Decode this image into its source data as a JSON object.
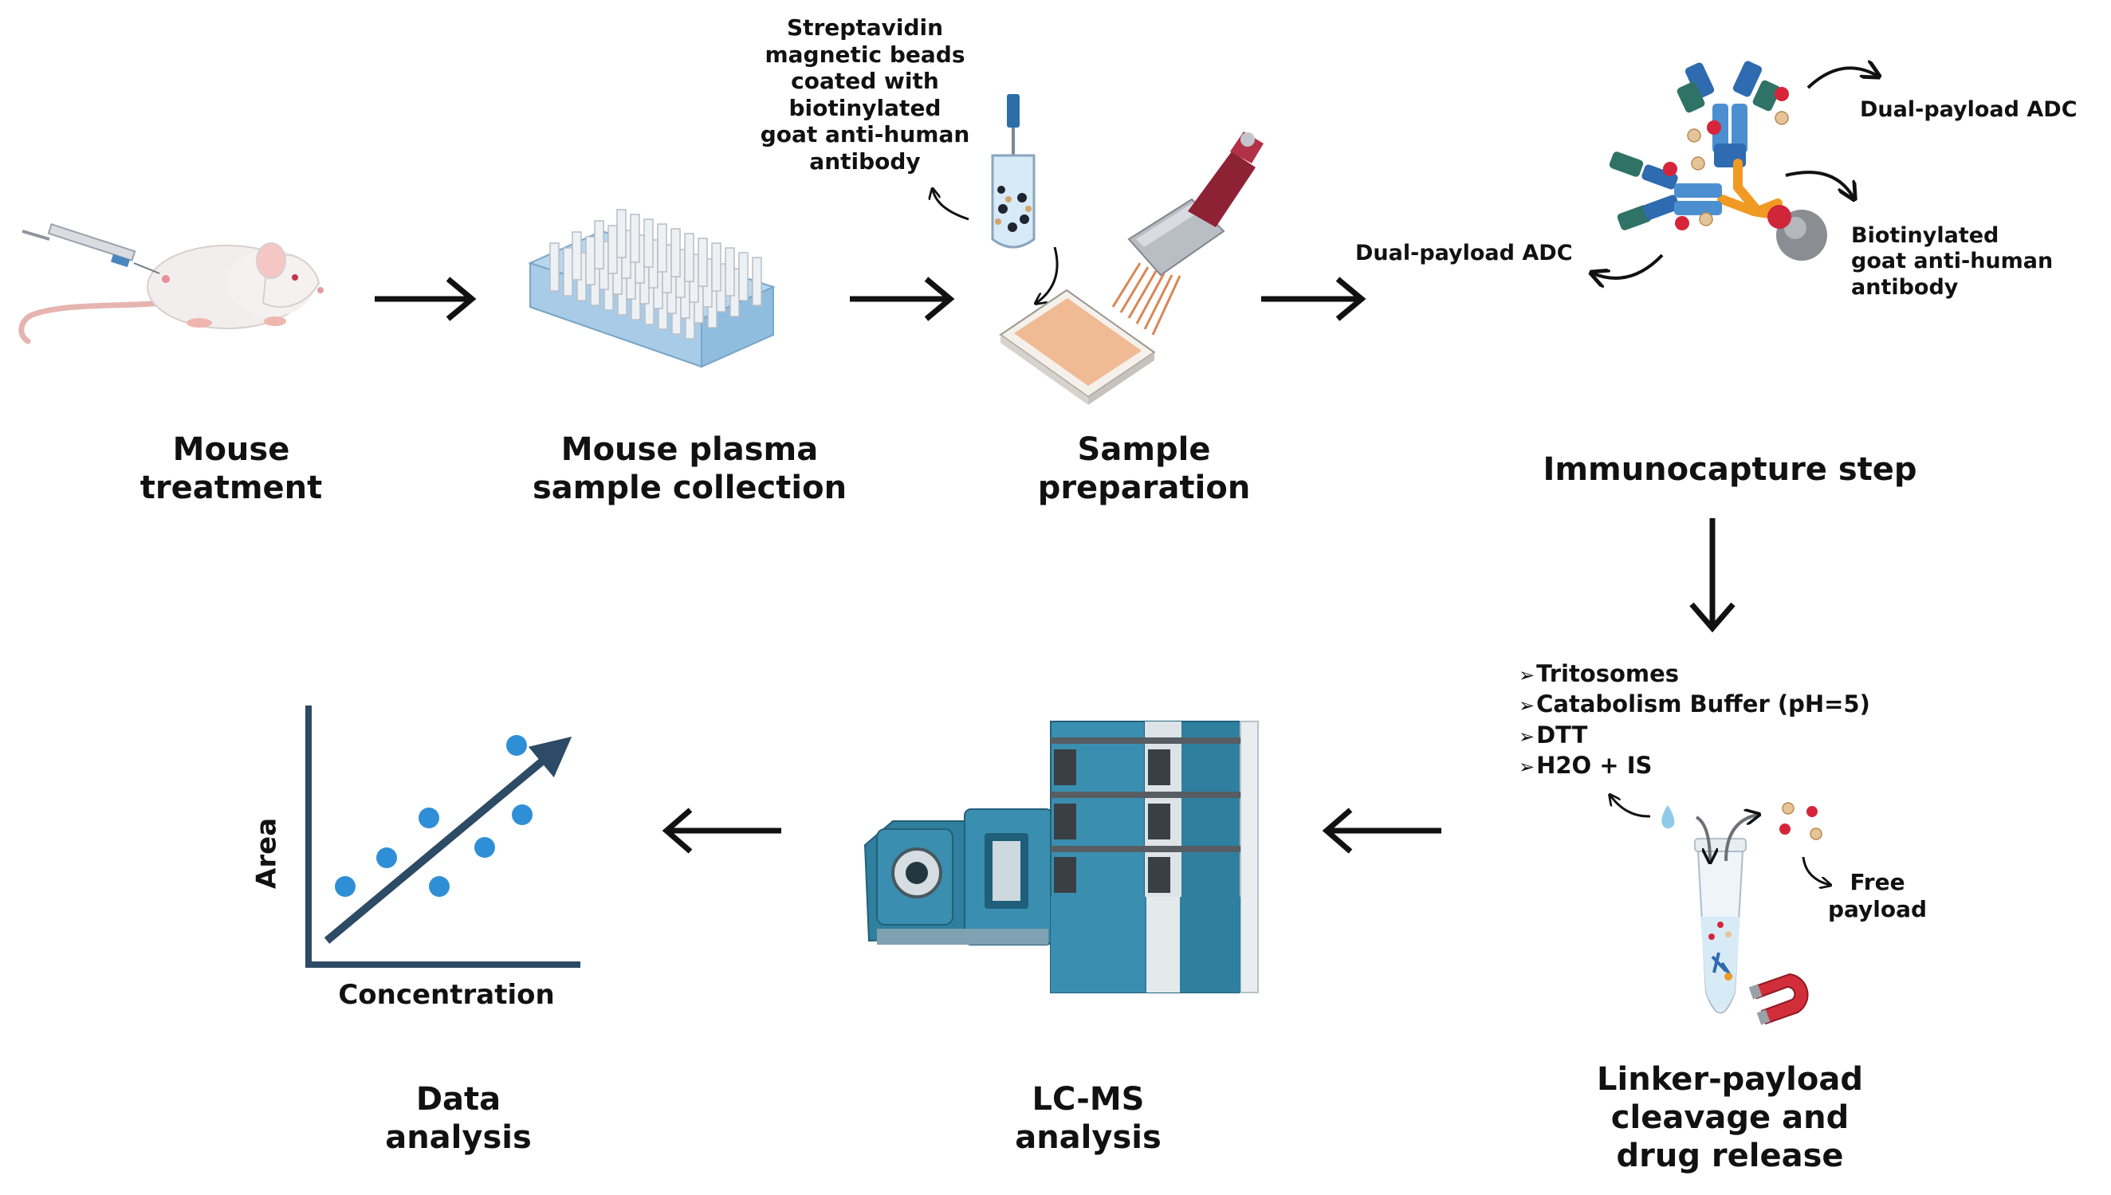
{
  "steps": {
    "mouse_treatment": "Mouse\ntreatment",
    "plasma_collection": "Mouse plasma\nsample collection",
    "sample_preparation": "Sample\npreparation",
    "immunocapture": "Immunocapture step",
    "cleavage": "Linker-payload\ncleavage and\ndrug release",
    "lcms": "LC-MS\nanalysis",
    "data_analysis": "Data\nanalysis"
  },
  "annotations": {
    "beads": "Streptavidin\nmagnetic beads\ncoated with\nbiotinylated\ngoat anti-human\nantibody",
    "dual_payload_right": "Dual-payload ADC",
    "dual_payload_left": "Dual-payload ADC",
    "biotinylated_antibody": "Biotinylated\ngoat anti-human\nantibody",
    "free_payload": "Free\npayload"
  },
  "reagents": [
    "Tritosomes",
    "Catabolism Buffer (pH=5)",
    "DTT",
    "H2O + IS"
  ],
  "plot": {
    "xlabel": "Concentration",
    "ylabel": "Area"
  },
  "colors": {
    "arrow": "#111111",
    "axis": "#2d4a66",
    "points": "#2f8fd6",
    "instrument": "#2f7f9f",
    "payload_red": "#d6253a",
    "payload_beige": "#d9b27a"
  }
}
